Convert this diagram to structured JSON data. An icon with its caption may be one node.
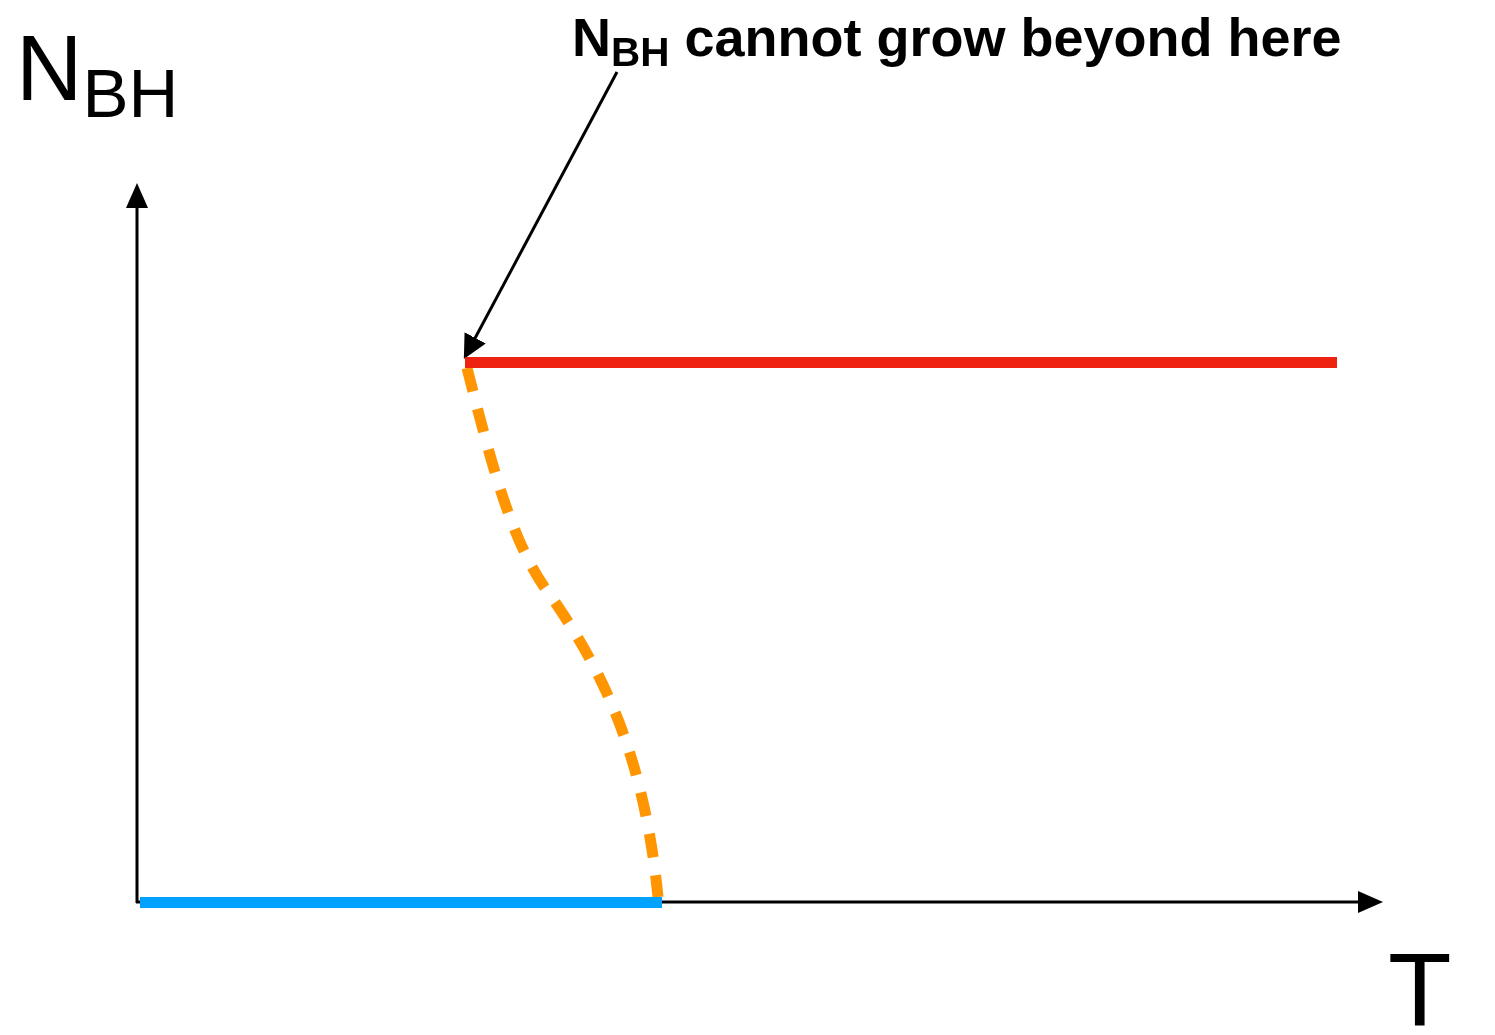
{
  "diagram": {
    "nodes": [
      {
        "text": [
          "N$_{BH}$ cannot grow beyond here"
        ]
      },
      {
        "text": [],
        "shape": "bar"
      },
      {
        "text": [],
        "shape": "bar"
      }
    ],
    "edges": [
      {
        "from": 0,
        "to": 1,
        "arrow": "to"
      },
      {
        "from": 1,
        "to": 2,
        "arrow": "none",
        "style": "dashed",
        "color": "#ff9500"
      }
    ],
    "labels": [
      "N$_{BH}$",
      "T"
    ]
  }
}
